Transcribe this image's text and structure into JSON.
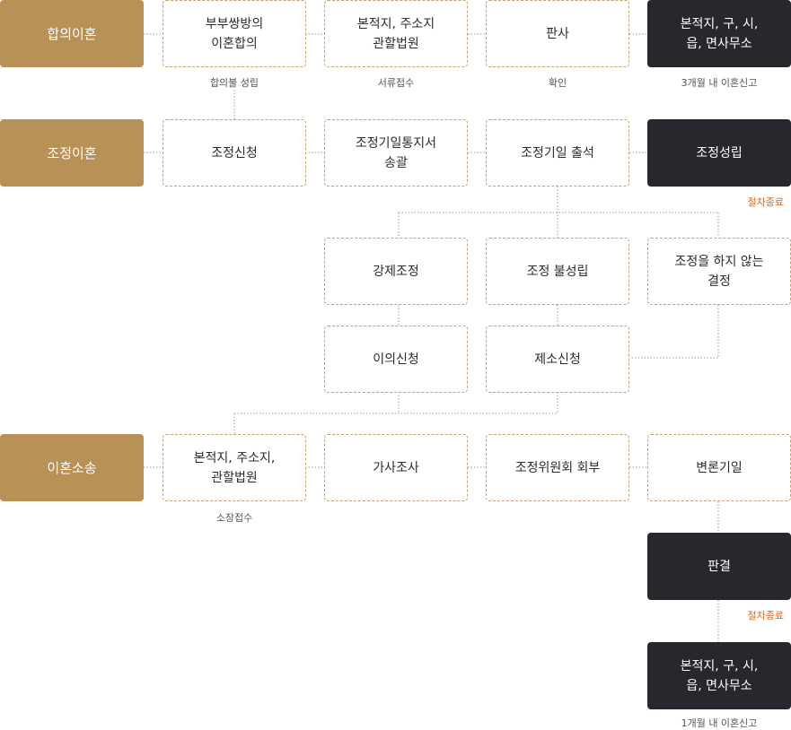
{
  "consent": {
    "head": "합의이혼",
    "step1": "부부쌍방의\n이혼합의",
    "step1_caption": "합의불 성립",
    "step2": "본적지, 주소지\n관할법원",
    "step2_caption": "서류접수",
    "step3": "판사",
    "step3_caption": "확인",
    "step4": "본적지, 구, 시,\n읍, 면사무소",
    "step4_caption": "3개월 내 이혼신고"
  },
  "mediation": {
    "head": "조정이혼",
    "step1": "조정신청",
    "step2": "조정기일통지서\n송괄",
    "step3": "조정기일 출석",
    "step4": "조정성립",
    "step4_caption": "절차종료",
    "branch1": "강제조정",
    "branch2": "조정 불성립",
    "branch3": "조정을 하지 않는\n결정",
    "objection": "이의신청",
    "lawsuit_filing": "제소신청"
  },
  "litigation": {
    "head": "이혼소송",
    "step1": "본적지, 주소지,\n관할법원",
    "step1_caption": "소장접수",
    "step2": "가사조사",
    "step3": "조정위원회 회부",
    "step4": "변론기일",
    "judgment": "판결",
    "judgment_caption": "절차종료",
    "final": "본적지, 구, 시,\n읍, 면사무소",
    "final_caption": "1개월 내 이혼신고"
  },
  "colors": {
    "head": "#b79156",
    "dark": "#27282d",
    "dashed_border": "#c8a06a",
    "end_text": "#d06b1f",
    "connector": "#9a9a9a"
  }
}
